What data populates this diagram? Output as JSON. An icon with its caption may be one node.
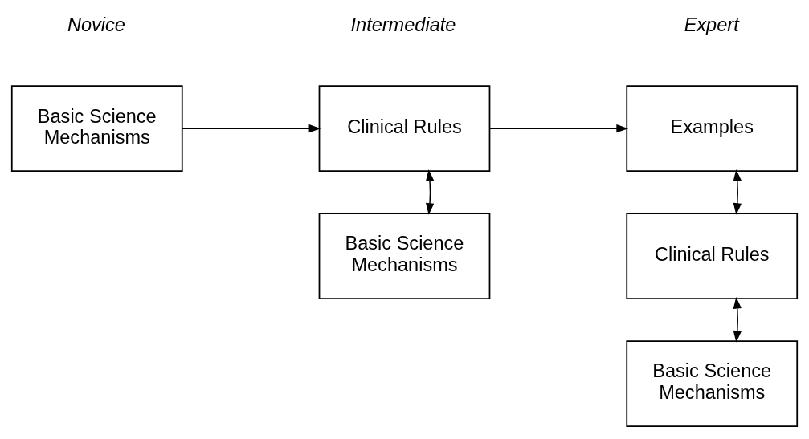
{
  "diagram": {
    "nodes": [
      {
        "text": [
          "Basic Science Mechanisms"
        ]
      },
      {
        "text": [
          "Clinical Rules"
        ]
      },
      {
        "text": [
          "Examples"
        ]
      },
      {
        "text": [
          "Basic Science Mechanisms"
        ]
      },
      {
        "text": [
          "Clinical Rules"
        ]
      },
      {
        "text": [
          "Basic Science Mechanisms"
        ]
      }
    ],
    "edges": [
      {
        "from": 0,
        "to": 1,
        "arrow": "to"
      },
      {
        "from": 1,
        "to": 2,
        "arrow": "to"
      },
      {
        "from": 1,
        "to": 3,
        "arrow": "both"
      },
      {
        "from": 2,
        "to": 4,
        "arrow": "both"
      },
      {
        "from": 4,
        "to": 5,
        "arrow": "both"
      }
    ],
    "labels": [
      "Novice",
      "Intermediate",
      "Expert"
    ]
  }
}
